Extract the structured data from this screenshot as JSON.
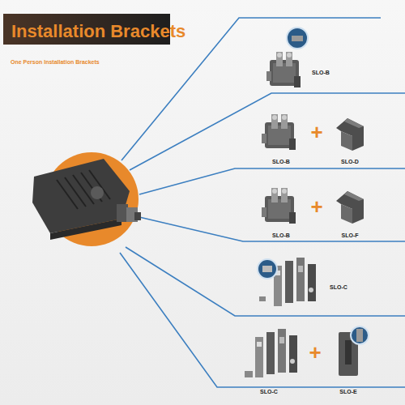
{
  "diagram": {
    "title": "Installation Brackets",
    "labels": [
      "One Person Installation Brackets",
      "SLO-B",
      "SLO-B",
      "+",
      "SLO-D",
      "SLO-B",
      "+",
      "SLO-F",
      "SLO-C",
      "SLO-C",
      "+",
      "SLO-E"
    ]
  }
}
